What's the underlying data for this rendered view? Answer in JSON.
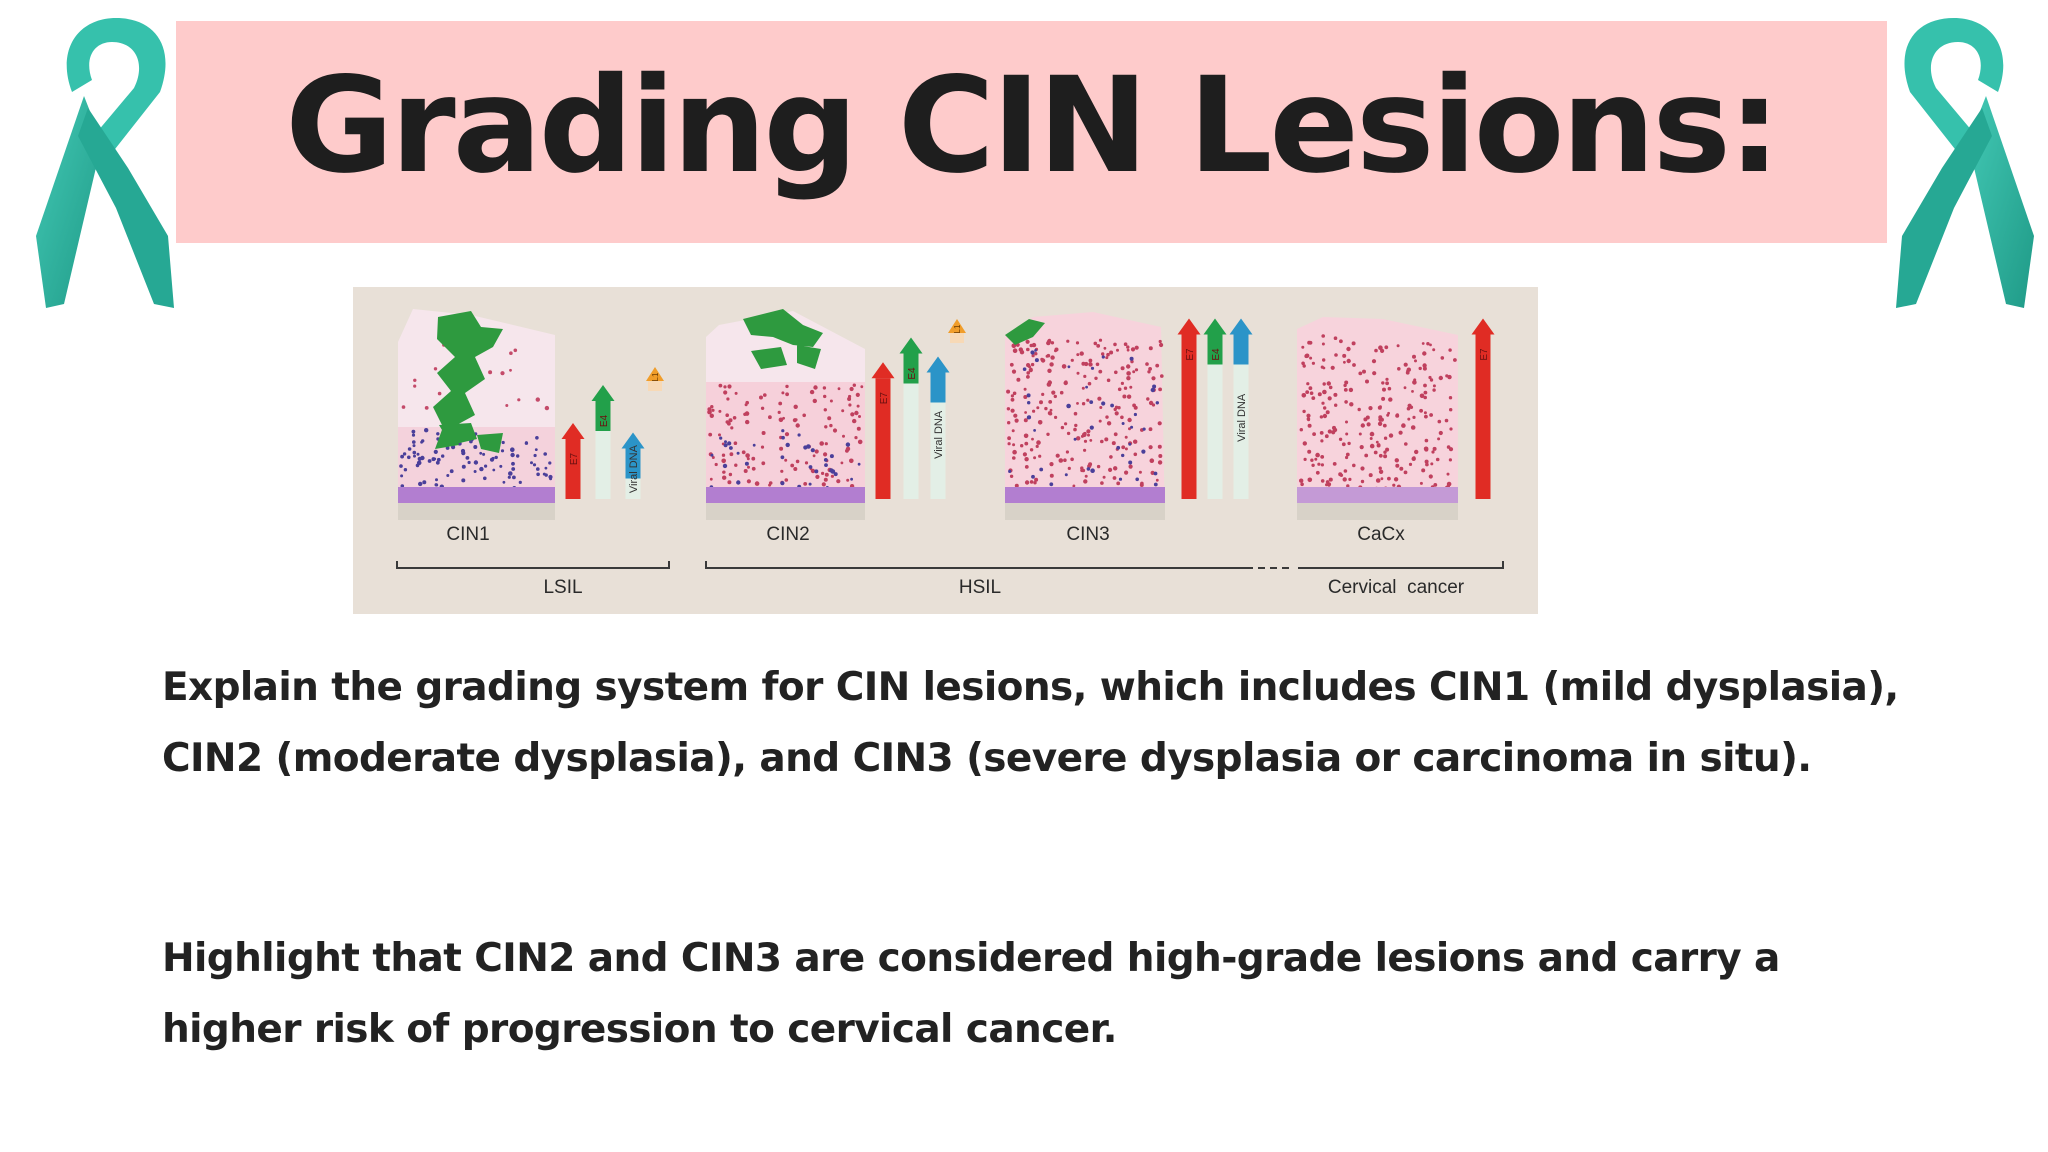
{
  "slide": {
    "title": "Grading CIN Lesions:",
    "paragraphs": [
      "Explain the grading system for CIN lesions, which includes CIN1 (mild dysplasia), CIN2 (moderate dysplasia), and CIN3 (severe dysplasia or carcinoma in situ).",
      "Highlight that CIN2 and CIN3 are considered high-grade lesions and carry a higher risk of progression to cervical cancer."
    ]
  },
  "figure": {
    "stages": [
      {
        "label": "CIN1",
        "e7": 0.4,
        "e4": 0.6,
        "dna": 0.35,
        "l1": true
      },
      {
        "label": "CIN2",
        "e7": 0.72,
        "e4": 0.85,
        "dna": 0.75,
        "l1": true
      },
      {
        "label": "CIN3",
        "e7": 0.95,
        "e4": 0.95,
        "dna": 0.95,
        "l1": false
      },
      {
        "label": "CaCx",
        "e7": 0.95,
        "e4": 0,
        "dna": 0,
        "l1": false
      }
    ],
    "arrow_labels": {
      "e7": "E7",
      "e4": "E4",
      "dna": "Viral DNA",
      "l1": "L1"
    },
    "groups": [
      "LSIL",
      "HSIL",
      "Cervical  cancer"
    ]
  },
  "colors": {
    "banner": "#fecbcb",
    "ribbon": "#2fb3a0",
    "figure_bg": "#e8e0d7",
    "e7_arrow": "#e02c24",
    "e4_arrow": "#22a04a",
    "dna_arrow": "#2b94c8",
    "l1_marker": "#f09d2a"
  }
}
